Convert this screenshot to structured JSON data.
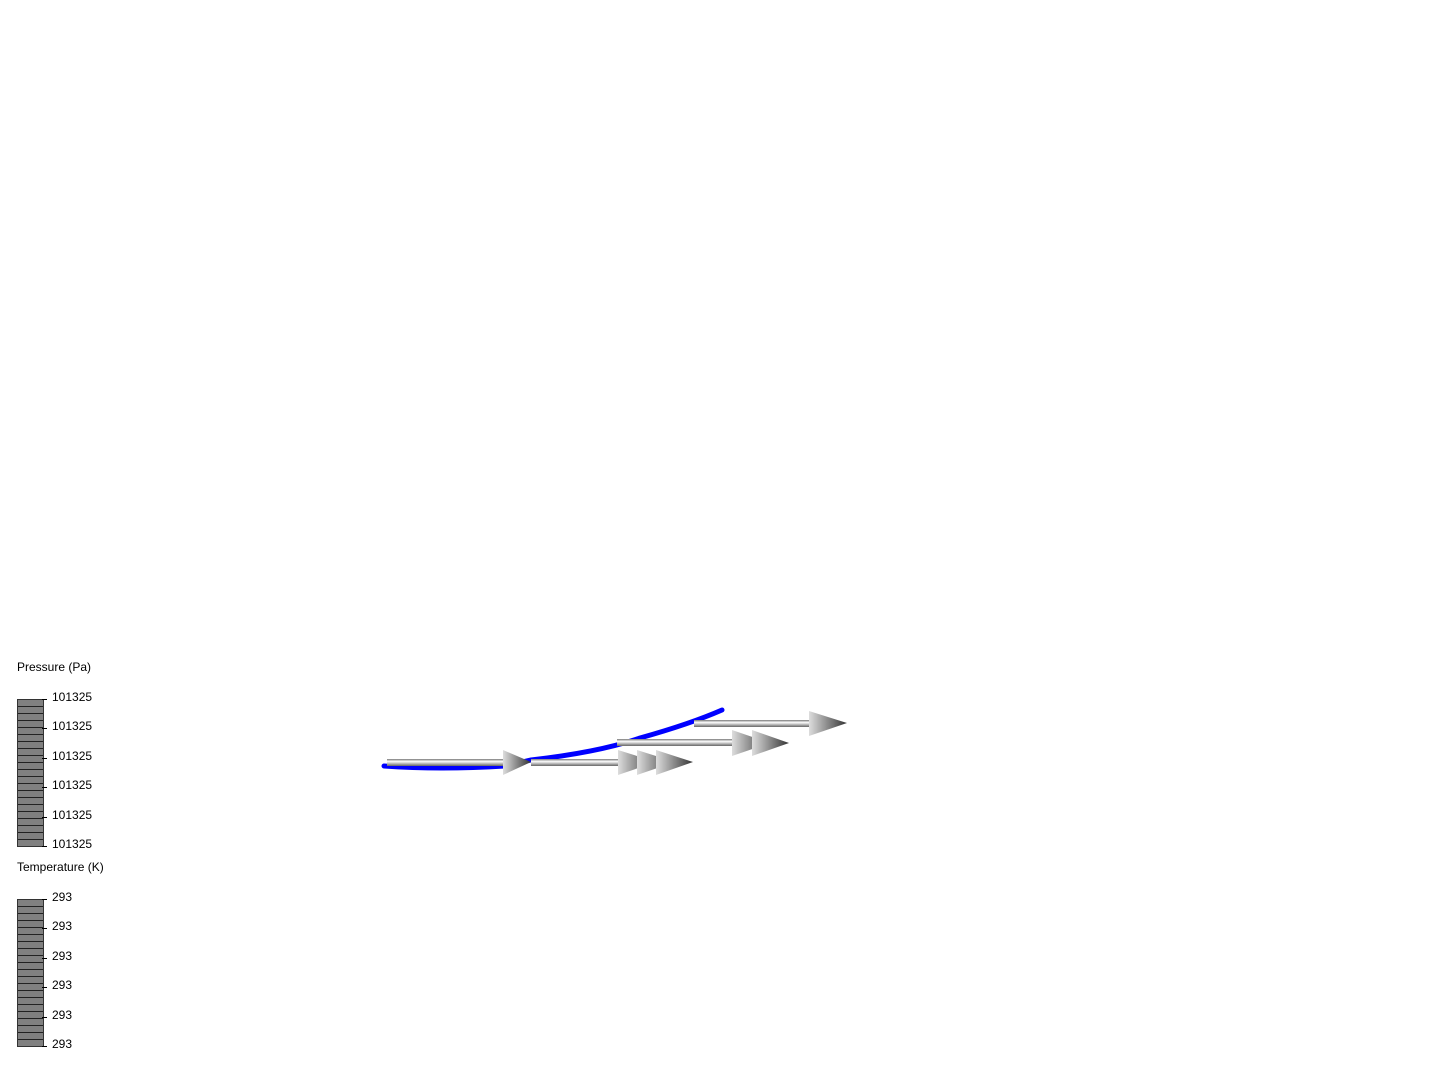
{
  "legends": [
    {
      "title": "Pressure (Pa)",
      "labels": [
        "101325",
        "101325",
        "101325",
        "101325",
        "101325",
        "101325"
      ]
    },
    {
      "title": "Temperature (K)",
      "labels": [
        "293",
        "293",
        "293",
        "293",
        "293",
        "293"
      ]
    }
  ],
  "colors": {
    "streamline": "#0000ff",
    "glyph": "#808080",
    "background": "#ffffff"
  }
}
